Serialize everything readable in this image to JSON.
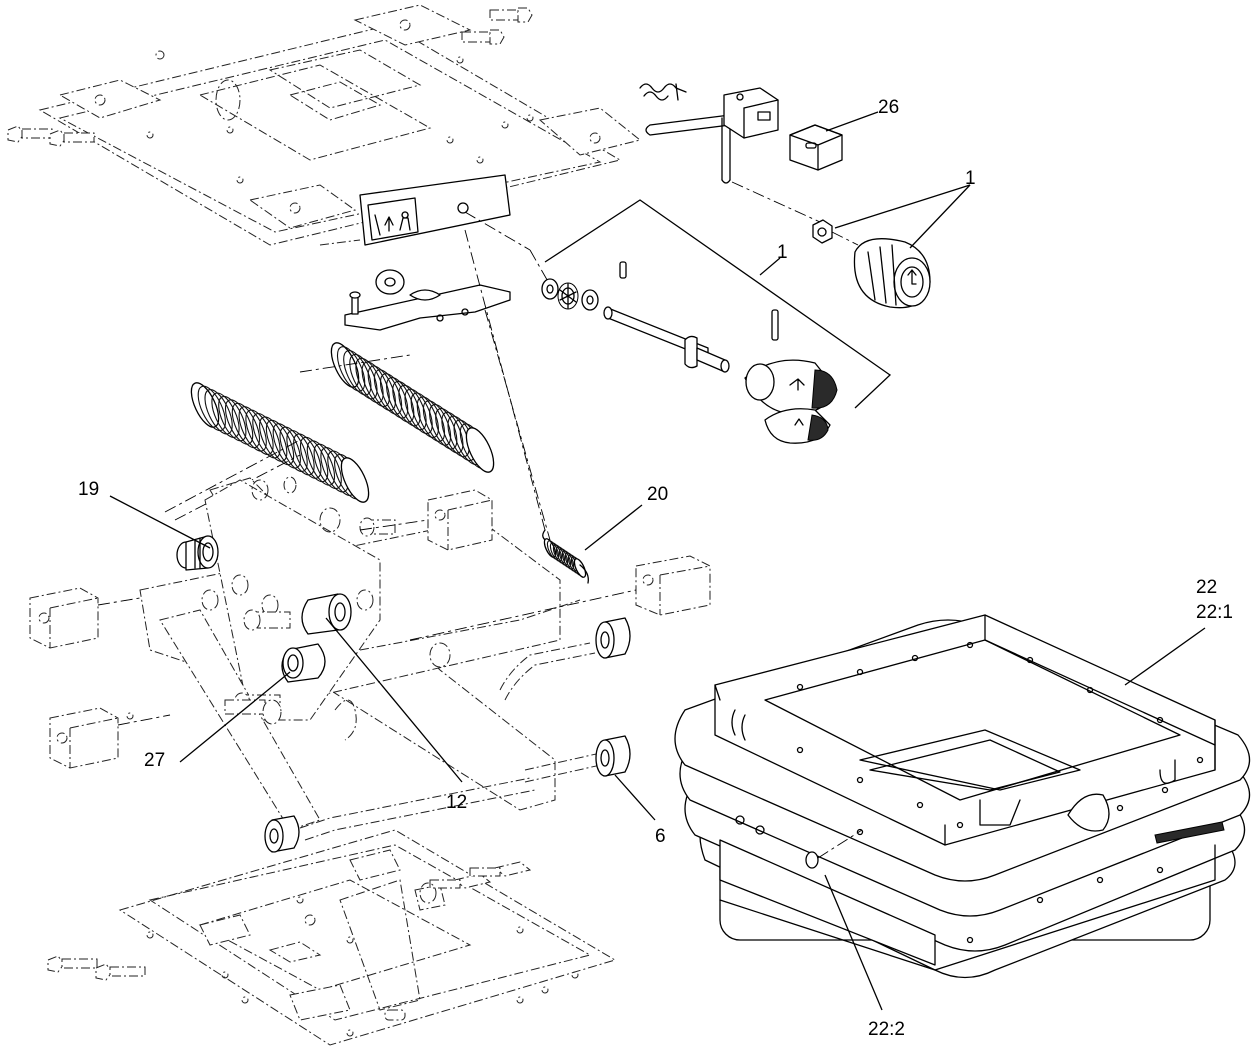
{
  "diagram": {
    "callouts": {
      "c26": "26",
      "c1_top": "1",
      "c1_mid": "1",
      "c19": "19",
      "c20": "20",
      "c22": "22",
      "c22_1": "22:1",
      "c27": "27",
      "c12": "12",
      "c6": "6",
      "c22_2": "22:2"
    }
  }
}
